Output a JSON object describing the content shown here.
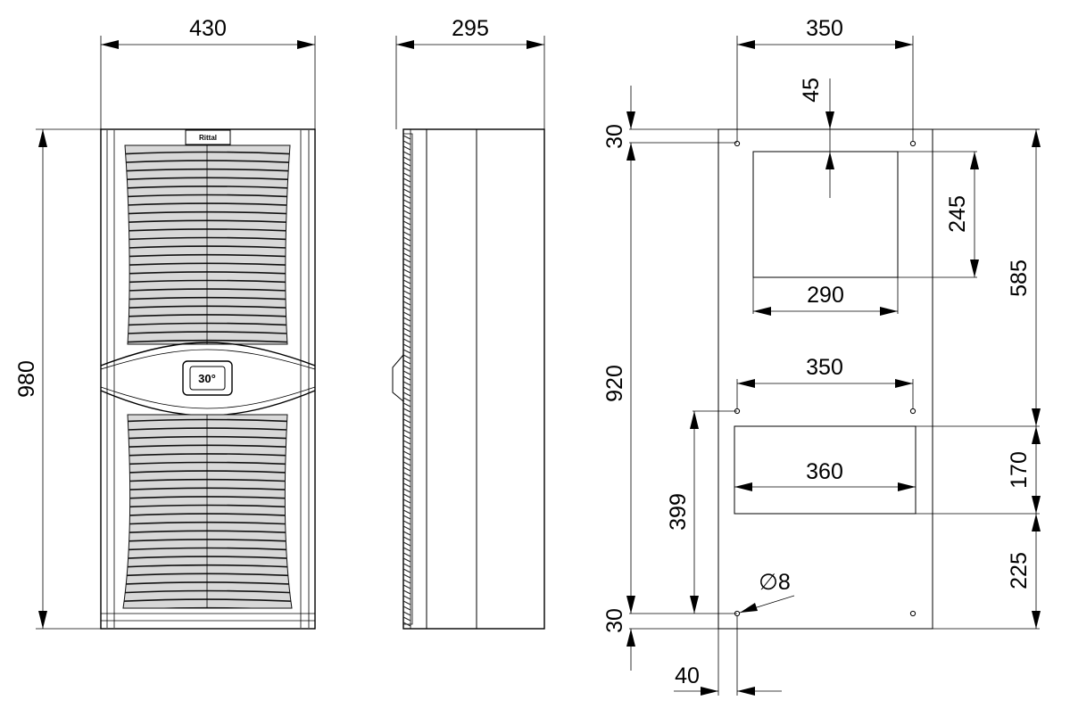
{
  "front_view": {
    "width_label": "430",
    "height_label": "980",
    "brand_label": "Rittal",
    "display_label": "30°"
  },
  "side_view": {
    "depth_label": "295"
  },
  "cutout_view": {
    "top_hole_spacing_label": "350",
    "top_offset_label": "45",
    "top_cutout_height_label": "245",
    "top_cutout_width_label": "290",
    "right_total_label": "585",
    "left_total_label": "920",
    "middle_hole_spacing_label": "350",
    "bottom_cutout_height_label": "170",
    "bottom_cutout_width_label": "360",
    "bottom_hole_height_label": "399",
    "bottom_offset_label": "225",
    "top_margin_label": "30",
    "bottom_margin_label": "30",
    "side_margin_label": "40",
    "hole_diameter_label": "∅8"
  }
}
